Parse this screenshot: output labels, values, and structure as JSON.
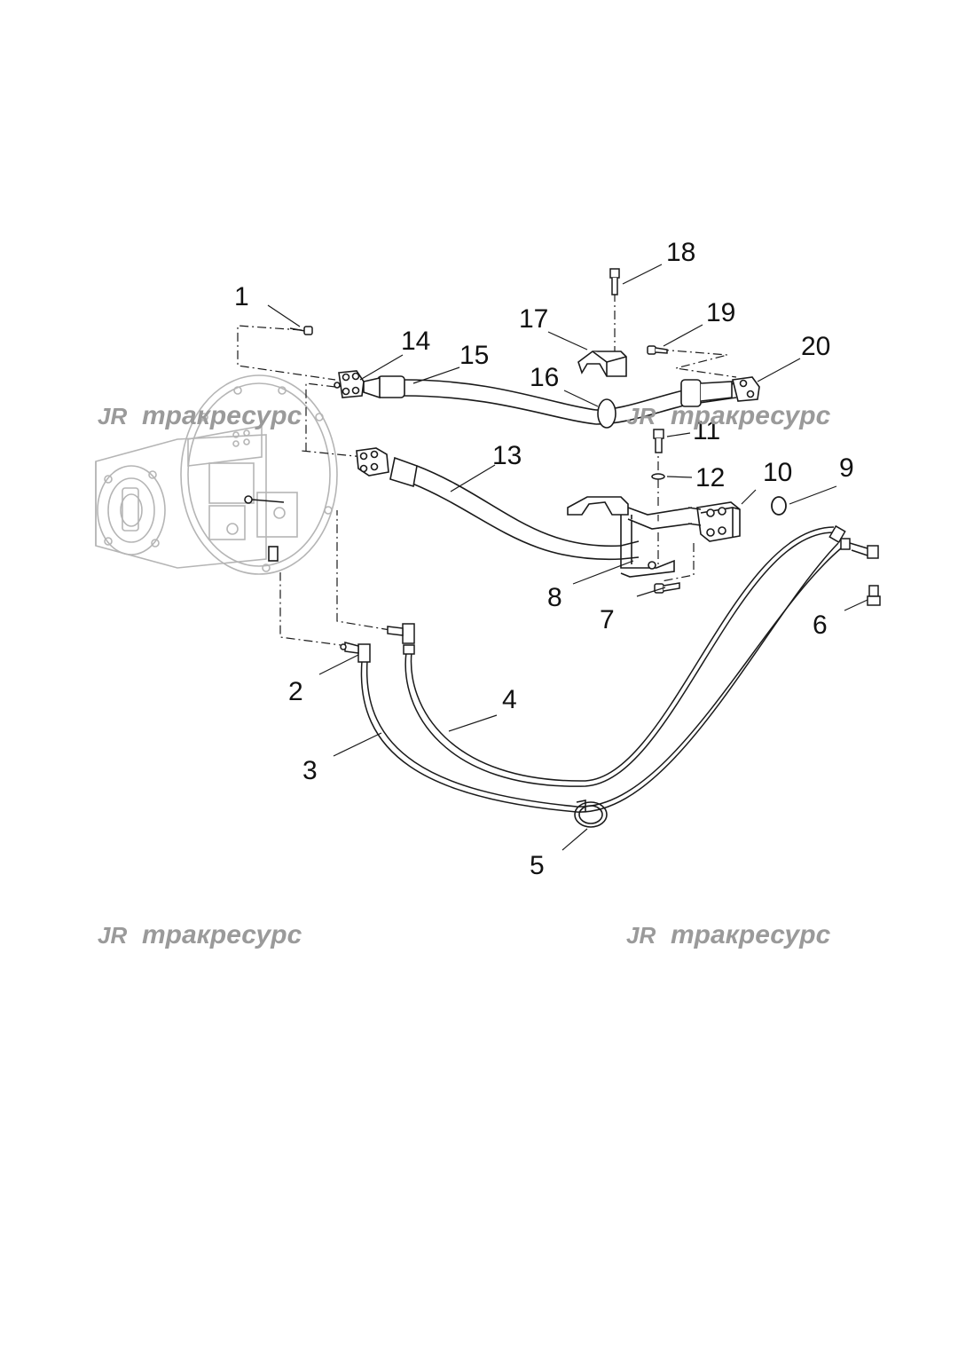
{
  "diagram": {
    "callouts": [
      {
        "id": "1",
        "label": "1"
      },
      {
        "id": "2",
        "label": "2"
      },
      {
        "id": "3",
        "label": "3"
      },
      {
        "id": "4",
        "label": "4"
      },
      {
        "id": "5",
        "label": "5"
      },
      {
        "id": "6",
        "label": "6"
      },
      {
        "id": "7",
        "label": "7"
      },
      {
        "id": "8",
        "label": "8"
      },
      {
        "id": "9",
        "label": "9"
      },
      {
        "id": "10",
        "label": "10"
      },
      {
        "id": "11",
        "label": "11"
      },
      {
        "id": "12",
        "label": "12"
      },
      {
        "id": "13",
        "label": "13"
      },
      {
        "id": "14",
        "label": "14"
      },
      {
        "id": "15",
        "label": "15"
      },
      {
        "id": "16",
        "label": "16"
      },
      {
        "id": "17",
        "label": "17"
      },
      {
        "id": "18",
        "label": "18"
      },
      {
        "id": "19",
        "label": "19"
      },
      {
        "id": "20",
        "label": "20"
      }
    ]
  },
  "watermark": {
    "logo": "JR",
    "text": "тракресурс",
    "color": "#9a9a9a"
  },
  "colors": {
    "line": "#1a1a1a",
    "ghost": "#b8b8b8",
    "background": "#ffffff"
  }
}
